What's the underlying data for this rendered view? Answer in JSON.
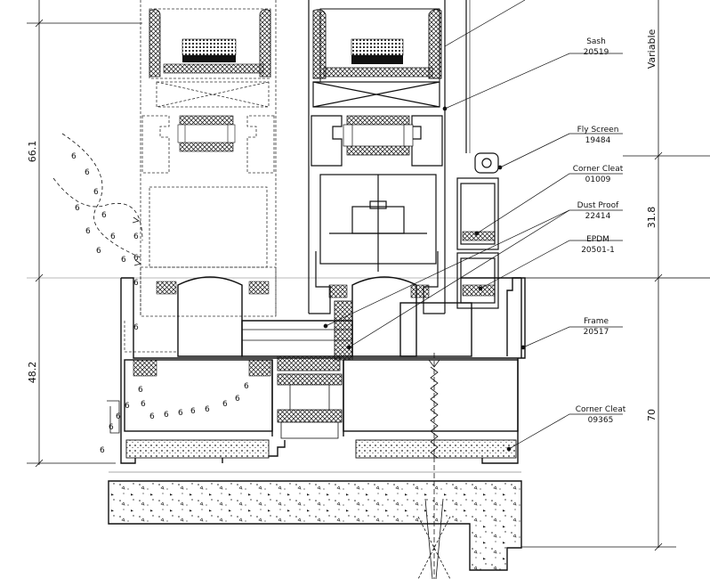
{
  "labels": {
    "sash": {
      "name": "Sash",
      "code": "20519"
    },
    "fly_screen": {
      "name": "Fly Screen",
      "code": "19484"
    },
    "corner_cleat_1": {
      "name": "Corner Cleat",
      "code": "01009"
    },
    "dust_proof": {
      "name": "Dust Proof",
      "code": "22414"
    },
    "epdm": {
      "name": "EPDM",
      "code": "20501-1"
    },
    "frame": {
      "name": "Frame",
      "code": "20517"
    },
    "corner_cleat_2": {
      "name": "Corner Cleat",
      "code": "09365"
    }
  },
  "dimensions": {
    "left_top": "66.1",
    "left_bottom": "48.2",
    "right_variable": "Variable",
    "right_mid": "31.8",
    "right_bottom": "70"
  },
  "colors": {
    "line": "#111111",
    "paper": "#ffffff",
    "thin": "#555555"
  }
}
